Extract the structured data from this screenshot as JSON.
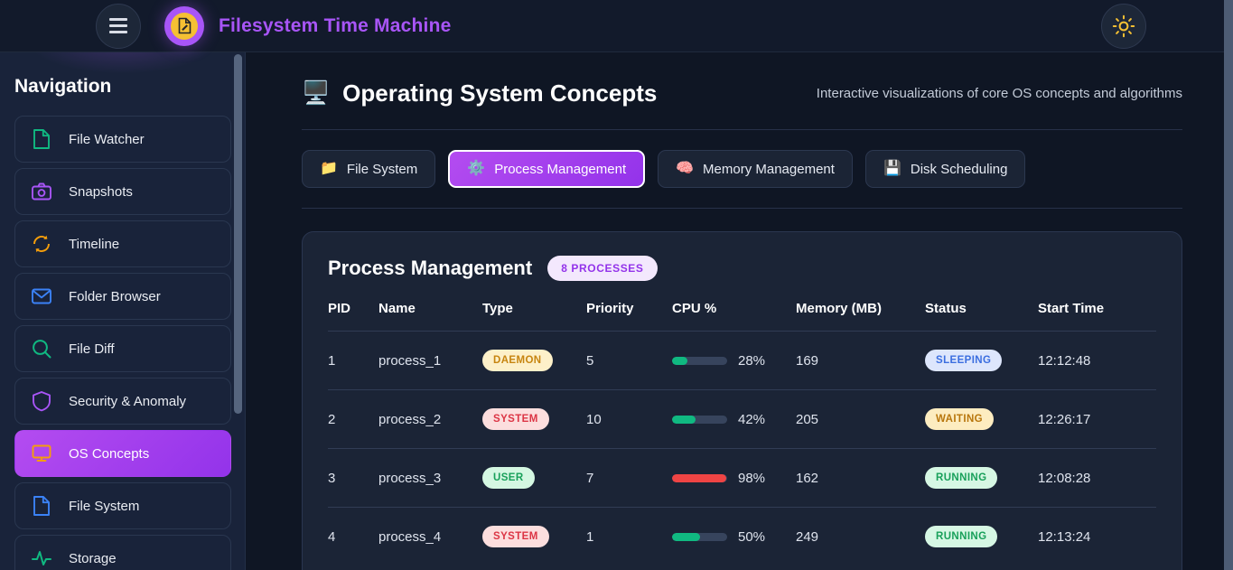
{
  "header": {
    "menu_icon": "hamburger-icon",
    "logo_icon": "document-logo-icon",
    "title": "Filesystem Time Machine",
    "theme_toggle_icon": "sun-icon"
  },
  "sidebar": {
    "title": "Navigation",
    "items": [
      {
        "label": "File Watcher",
        "icon": "file-icon",
        "color": "#10b981",
        "active": false
      },
      {
        "label": "Snapshots",
        "icon": "camera-icon",
        "color": "#a855f7",
        "active": false
      },
      {
        "label": "Timeline",
        "icon": "refresh-icon",
        "color": "#f59e0b",
        "active": false
      },
      {
        "label": "Folder Browser",
        "icon": "mail-icon",
        "color": "#3b82f6",
        "active": false
      },
      {
        "label": "File Diff",
        "icon": "search-icon",
        "color": "#10b981",
        "active": false
      },
      {
        "label": "Security & Anomaly",
        "icon": "shield-icon",
        "color": "#a855f7",
        "active": false
      },
      {
        "label": "OS Concepts",
        "icon": "monitor-icon",
        "color": "#f59e0b",
        "active": true
      },
      {
        "label": "File System",
        "icon": "file-icon",
        "color": "#3b82f6",
        "active": false
      },
      {
        "label": "Storage",
        "icon": "pulse-icon",
        "color": "#10b981",
        "active": false
      }
    ]
  },
  "main": {
    "page_emoji": "🖥️",
    "page_title": "Operating System Concepts",
    "page_subtitle": "Interactive visualizations of core OS concepts and algorithms",
    "tabs": [
      {
        "label": "File System",
        "emoji": "📁",
        "active": false
      },
      {
        "label": "Process Management",
        "emoji": "⚙️",
        "active": true
      },
      {
        "label": "Memory Management",
        "emoji": "🧠",
        "active": false
      },
      {
        "label": "Disk Scheduling",
        "emoji": "💾",
        "active": false
      }
    ],
    "card": {
      "title": "Process Management",
      "count_badge": "8 PROCESSES",
      "columns": [
        "PID",
        "Name",
        "Type",
        "Priority",
        "CPU %",
        "Memory (MB)",
        "Status",
        "Start Time"
      ],
      "rows": [
        {
          "pid": "1",
          "name": "process_1",
          "type": "DAEMON",
          "priority": "5",
          "cpu": "28%",
          "cpu_pct": 28,
          "cpu_color": "#10b981",
          "memory": "169",
          "status": "SLEEPING",
          "start_time": "12:12:48"
        },
        {
          "pid": "2",
          "name": "process_2",
          "type": "SYSTEM",
          "priority": "10",
          "cpu": "42%",
          "cpu_pct": 42,
          "cpu_color": "#10b981",
          "memory": "205",
          "status": "WAITING",
          "start_time": "12:26:17"
        },
        {
          "pid": "3",
          "name": "process_3",
          "type": "USER",
          "priority": "7",
          "cpu": "98%",
          "cpu_pct": 98,
          "cpu_color": "#ef4444",
          "memory": "162",
          "status": "RUNNING",
          "start_time": "12:08:28"
        },
        {
          "pid": "4",
          "name": "process_4",
          "type": "SYSTEM",
          "priority": "1",
          "cpu": "50%",
          "cpu_pct": 50,
          "cpu_color": "#10b981",
          "memory": "249",
          "status": "RUNNING",
          "start_time": "12:13:24"
        }
      ]
    }
  },
  "colors": {
    "accent_purple": "#a855f7",
    "page_bg": "#0f1624",
    "sidebar_bg": "#19233a",
    "card_bg": "#1b2436"
  }
}
